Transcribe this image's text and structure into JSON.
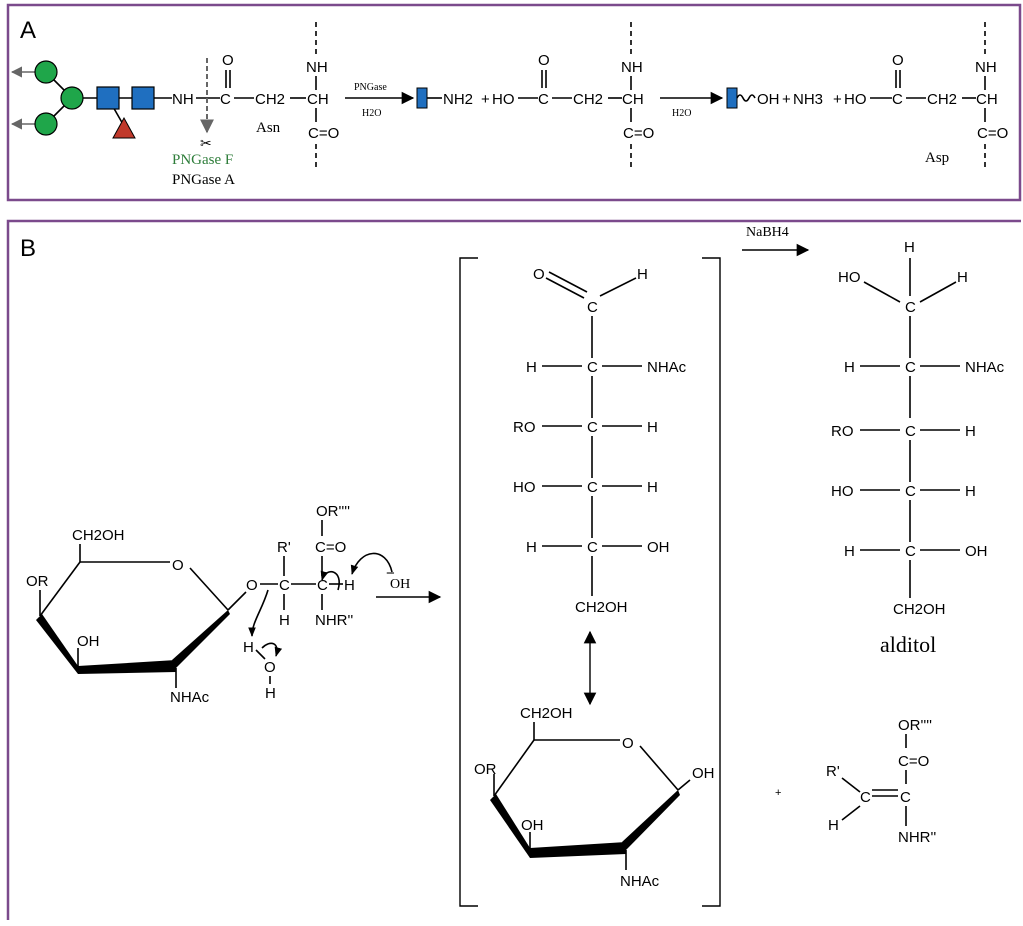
{
  "colors": {
    "panel_border": "#7b4a8c",
    "mannose": "#1fa64a",
    "glcnac": "#1f6fc0",
    "fucose": "#c0392b",
    "pngase_f": "#2e7d3a",
    "arrow_grey": "#666666"
  },
  "panel_a": {
    "label": "A",
    "asn": "Asn",
    "asp": "Asp",
    "pngase_f": "PNGase F",
    "pngase_a": "PNGase A",
    "arrow1_top": "PNGase",
    "arrow1_bottom": "H2O",
    "arrow2_bottom": "H2O",
    "nh": "NH",
    "nh_amide": "NH",
    "c_eq_o": "C=O",
    "ch2": "CH2",
    "ch": "CH",
    "o": "O",
    "c": "C",
    "ho": "HO",
    "plus": "+",
    "nh2": "NH2",
    "oh": "OH",
    "nh3": "NH3",
    "scissors": "✂"
  },
  "panel_b": {
    "label": "B",
    "reactant": {
      "ch2oh": "CH2OH",
      "or": "OR",
      "oh": "OH",
      "nhac": "NHAc",
      "ring_o": "O",
      "link_o": "O",
      "c": "C",
      "r1": "R'",
      "h": "H",
      "c_eq_o": "C=O",
      "or4": "OR''''",
      "nhr": "NHR''",
      "water_h1": "H",
      "water_o": "O",
      "water_h2": "H",
      "hydroxide": "OH",
      "minus": "−"
    },
    "open_chain": {
      "o": "O",
      "h": "H",
      "c": "C",
      "nhac": "NHAc",
      "ro": "RO",
      "ho": "HO",
      "oh": "OH",
      "ch2oh": "CH2OH"
    },
    "cyclic": {
      "ch2oh": "CH2OH",
      "or": "OR",
      "oh": "OH",
      "ring_o": "O",
      "anomeric_oh": "OH",
      "nhac": "NHAc"
    },
    "reagent": "NaBH4",
    "alditol": {
      "name": "alditol",
      "h": "H",
      "ho": "HO",
      "c": "C",
      "nhac": "NHAc",
      "ro": "RO",
      "oh": "OH",
      "ch2oh": "CH2OH"
    },
    "product": {
      "plus": "+",
      "or4": "OR''''",
      "c_eq_o": "C=O",
      "r1": "R'",
      "c": "C",
      "h": "H",
      "nhr": "NHR''"
    }
  }
}
